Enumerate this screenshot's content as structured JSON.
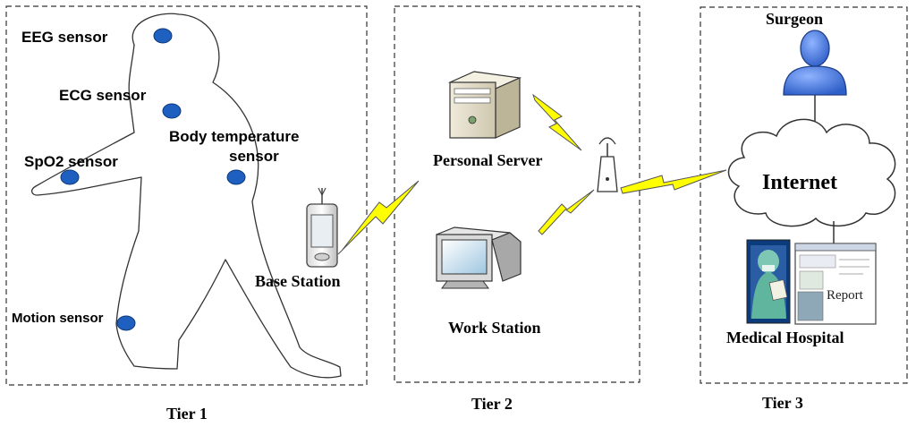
{
  "tiers": [
    {
      "label": "Tier 1"
    },
    {
      "label": "Tier 2"
    },
    {
      "label": "Tier 3"
    }
  ],
  "sensors": {
    "eeg": "EEG sensor",
    "ecg": "ECG sensor",
    "body_temp_line1": "Body temperature",
    "body_temp_line2": "sensor",
    "spo2": "SpO2 sensor",
    "motion": "Motion sensor"
  },
  "devices": {
    "base_station": "Base Station",
    "personal_server": "Personal Server",
    "work_station": "Work Station"
  },
  "network": {
    "surgeon": "Surgeon",
    "internet": "Internet",
    "medical_hospital": "Medical Hospital",
    "report": "Report"
  },
  "colors": {
    "sensor_dot": "#1f5fbf",
    "lightning": "#ffff00",
    "surgeon_icon": "#3a6fd8",
    "border": "#333333"
  },
  "icons": [
    "human-body-outline",
    "pda-icon",
    "server-tower-icon",
    "crt-monitor-icon",
    "wireless-router-icon",
    "user-icon",
    "cloud-icon",
    "doctor-photo",
    "report-screen"
  ]
}
